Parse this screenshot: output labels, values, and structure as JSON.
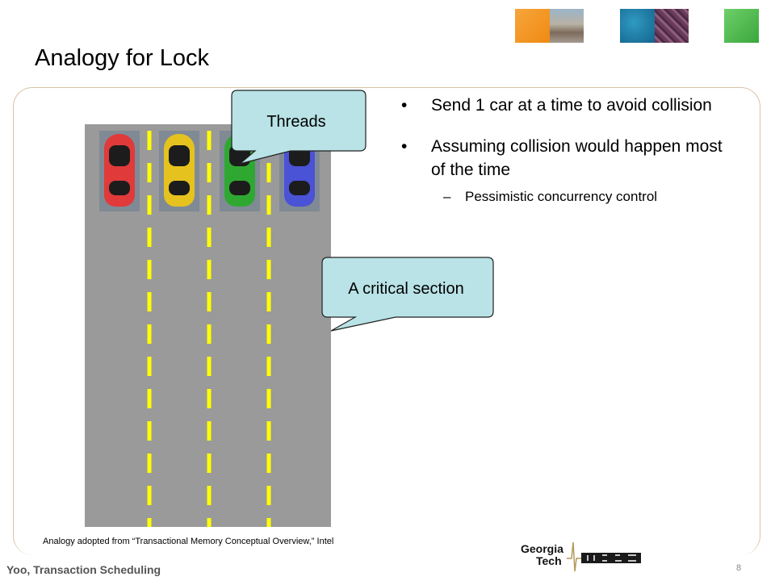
{
  "slide": {
    "title": "Analogy for Lock",
    "bullets": [
      {
        "text": "Send 1 car at a time to avoid collision",
        "sub": []
      },
      {
        "text": "Assuming collision would happen most of the time",
        "sub": [
          "Pessimistic concurrency control"
        ]
      }
    ],
    "bullet_char": "•",
    "sub_char": "–",
    "callouts": {
      "threads": "Threads",
      "critical": "A critical section"
    },
    "source_note": "Analogy adopted from “Transactional Memory Conceptual Overview,” Intel",
    "footer": "Yoo, Transaction Scheduling",
    "page_number": "8",
    "logo_text": {
      "line1": "Georgia",
      "line2": "Tech"
    }
  },
  "cars": [
    {
      "color": "red",
      "hex": "#e03a3a"
    },
    {
      "color": "yellow",
      "hex": "#e6c21e"
    },
    {
      "color": "green",
      "hex": "#2fa832"
    },
    {
      "color": "blue",
      "hex": "#4a52d6"
    }
  ],
  "colors": {
    "road": "#9a9a9a",
    "lane_marking": "#ffff00",
    "callout_fill": "#b9e3e6",
    "frame_border": "#d8c3a6"
  }
}
